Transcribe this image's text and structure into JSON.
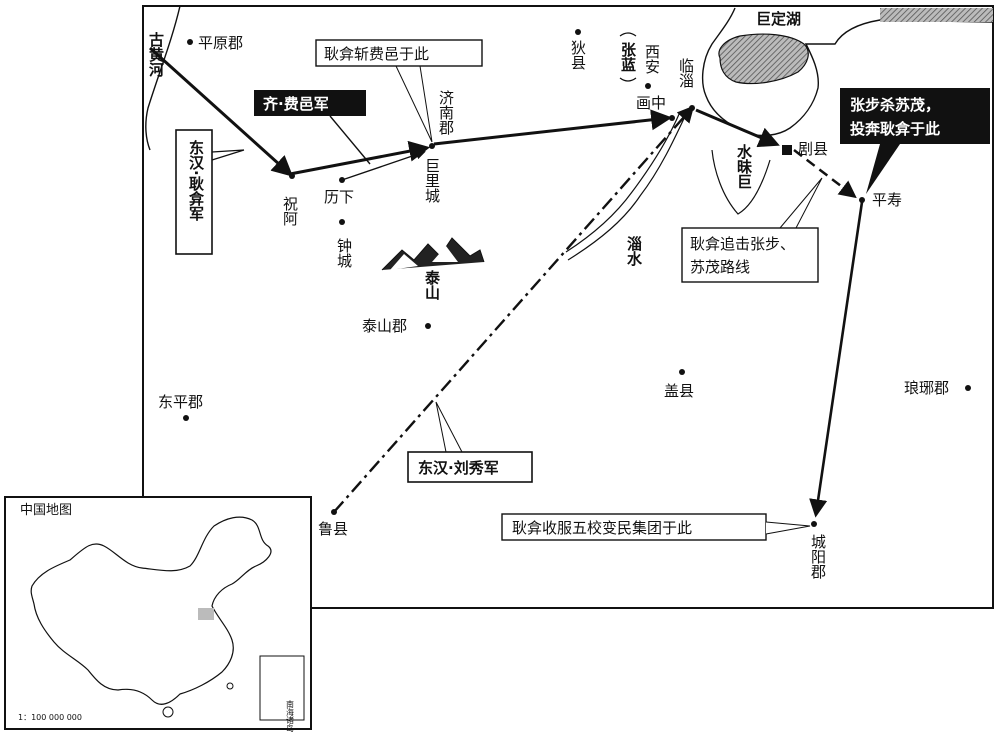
{
  "places": {
    "pingyuan": "平原郡",
    "zhuchuo": "祝阿",
    "lixia": "历下",
    "zhongcheng": "钟城",
    "jinan": "济南郡",
    "julicheng": "巨里城",
    "dixian": "狄县",
    "xian": "西安",
    "huazhong": "画中",
    "linzi": "临淄",
    "zhanglan": "张蓝",
    "jvxian": "剧县",
    "pingshou": "平寿",
    "taishanjun": "泰山郡",
    "dongping": "东平郡",
    "gaixian": "盖县",
    "langya": "琅琊郡",
    "luxian": "鲁县",
    "chengyang": "城阳郡"
  },
  "physical": {
    "gu_huanghe": "古黄河",
    "taishan_mtn": "泰山",
    "ziyao_river": "淄水",
    "julake": "巨定湖",
    "shuiweiju": "水昧巨"
  },
  "callouts": {
    "fei_army": "齐·费邑军",
    "gengyan_army": "东汉·耿弇军",
    "slay_fei": "耿弇斩费邑于此",
    "zhangbu_kill": [
      "张步杀苏茂，",
      "投奔耿弇于此"
    ],
    "pursuit": [
      "耿弇追击张步、",
      "苏茂路线"
    ],
    "liuxiu_army": "东汉·刘秀军",
    "surrender": "耿弇收服五校变民集团于此"
  },
  "inset": {
    "title": "中国地图",
    "scale": "1：100 000 000",
    "south_sea": "南海诸岛"
  }
}
